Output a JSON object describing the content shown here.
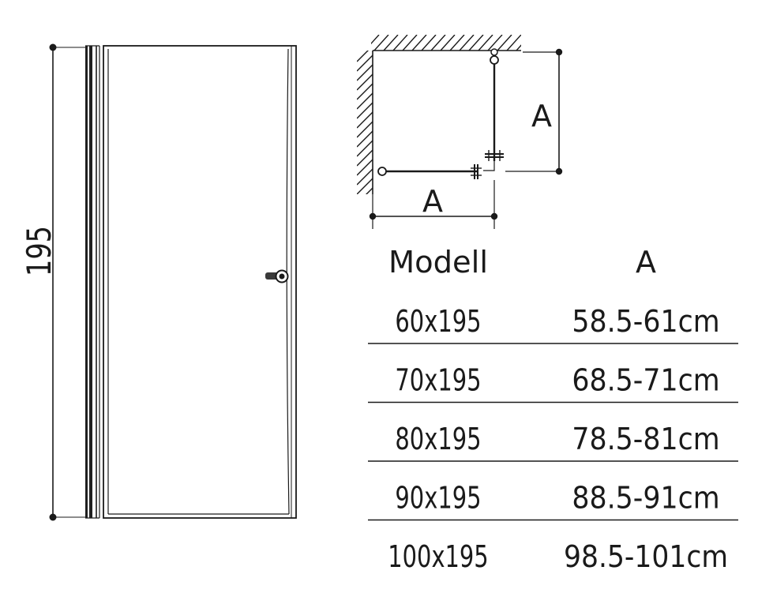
{
  "front_view": {
    "height_label": "195"
  },
  "plan_view": {
    "dim_vertical_label": "A",
    "dim_horizontal_label": "A"
  },
  "table": {
    "headers": [
      "Modell",
      "A"
    ],
    "rows": [
      [
        "60x195",
        "58.5-61cm"
      ],
      [
        "70x195",
        "68.5-71cm"
      ],
      [
        "80x195",
        "78.5-81cm"
      ],
      [
        "90x195",
        "88.5-91cm"
      ],
      [
        "100x195",
        "98.5-101cm"
      ]
    ]
  }
}
